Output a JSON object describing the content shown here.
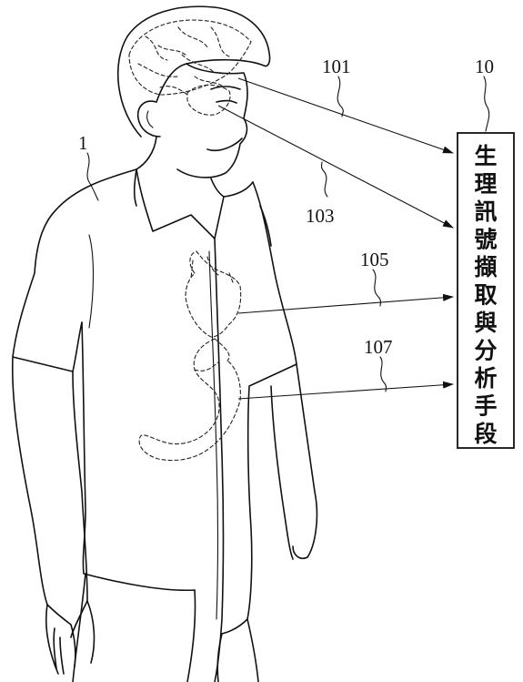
{
  "labels": {
    "person": "1",
    "device": "10",
    "brain_line": "101",
    "eye_line": "103",
    "heart_line": "105",
    "stomach_line": "107"
  },
  "device_box": {
    "title": "生理訊號擷取與分析手段",
    "chars": [
      "生",
      "理",
      "訊",
      "號",
      "擷",
      "取",
      "與",
      "分",
      "析",
      "手",
      "段"
    ]
  }
}
